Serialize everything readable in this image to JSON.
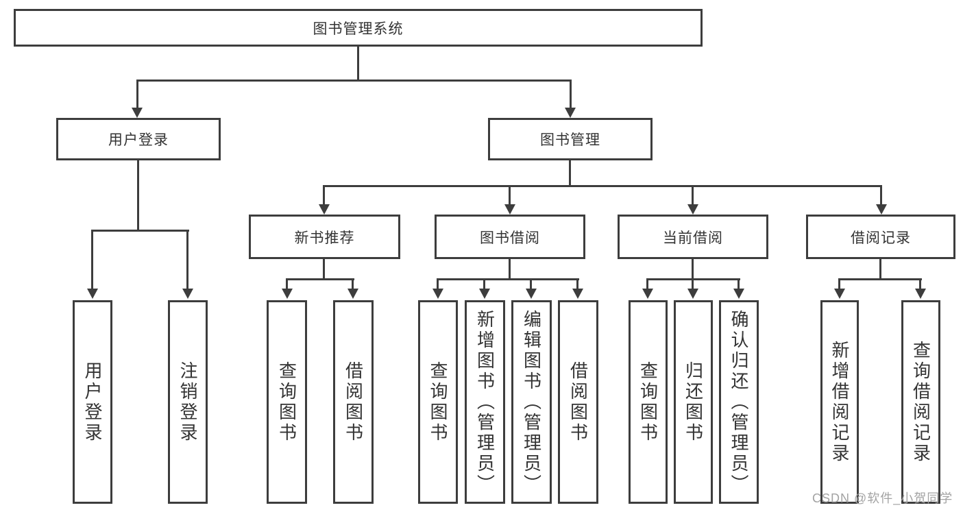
{
  "diagram": {
    "type": "hierarchy-tree",
    "title": "图书管理系统"
  },
  "nodes": {
    "root": "图书管理系统",
    "user_login": "用户登录",
    "book_mgmt": "图书管理",
    "new_books": "新书推荐",
    "book_borrow": "图书借阅",
    "current_borrow": "当前借阅",
    "borrow_records": "借阅记录",
    "leaf_user_login": "用户登录",
    "leaf_logout": "注销登录",
    "leaf_query_books_1": "查询图书",
    "leaf_borrow_books_1": "借阅图书",
    "leaf_query_books_2": "查询图书",
    "leaf_add_books": "新增图书（管理员）",
    "leaf_edit_books": "编辑图书（管理员）",
    "leaf_borrow_books_2": "借阅图书",
    "leaf_query_books_3": "查询图书",
    "leaf_return_books": "归还图书",
    "leaf_confirm_return": "确认归还（管理员）",
    "leaf_add_record": "新增借阅记录",
    "leaf_query_record": "查询借阅记录"
  },
  "watermark": "CSDN @软件_小贺同学",
  "colors": {
    "line": "#3d3d3d",
    "text": "#333333",
    "watermark": "#a3a3a3",
    "background": "#ffffff"
  }
}
